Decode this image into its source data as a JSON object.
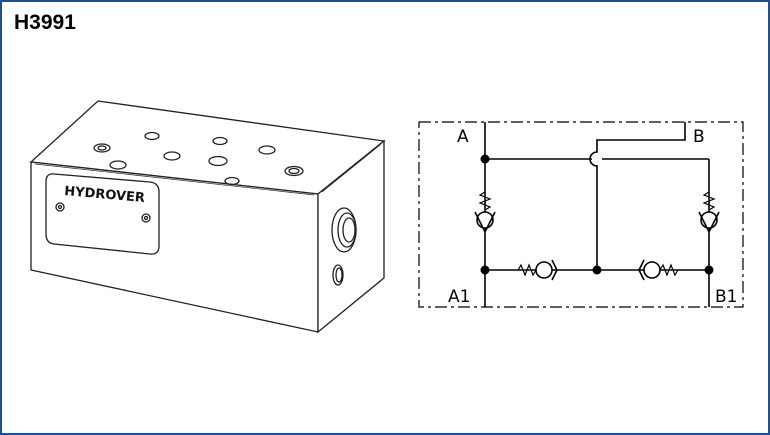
{
  "title": "H3991",
  "product": {
    "brand_label": "HYDROVER"
  },
  "schematic": {
    "ports": {
      "a": "A",
      "b": "B",
      "a1": "A1",
      "b1": "B1"
    }
  },
  "colors": {
    "border": "#1f4e96"
  }
}
